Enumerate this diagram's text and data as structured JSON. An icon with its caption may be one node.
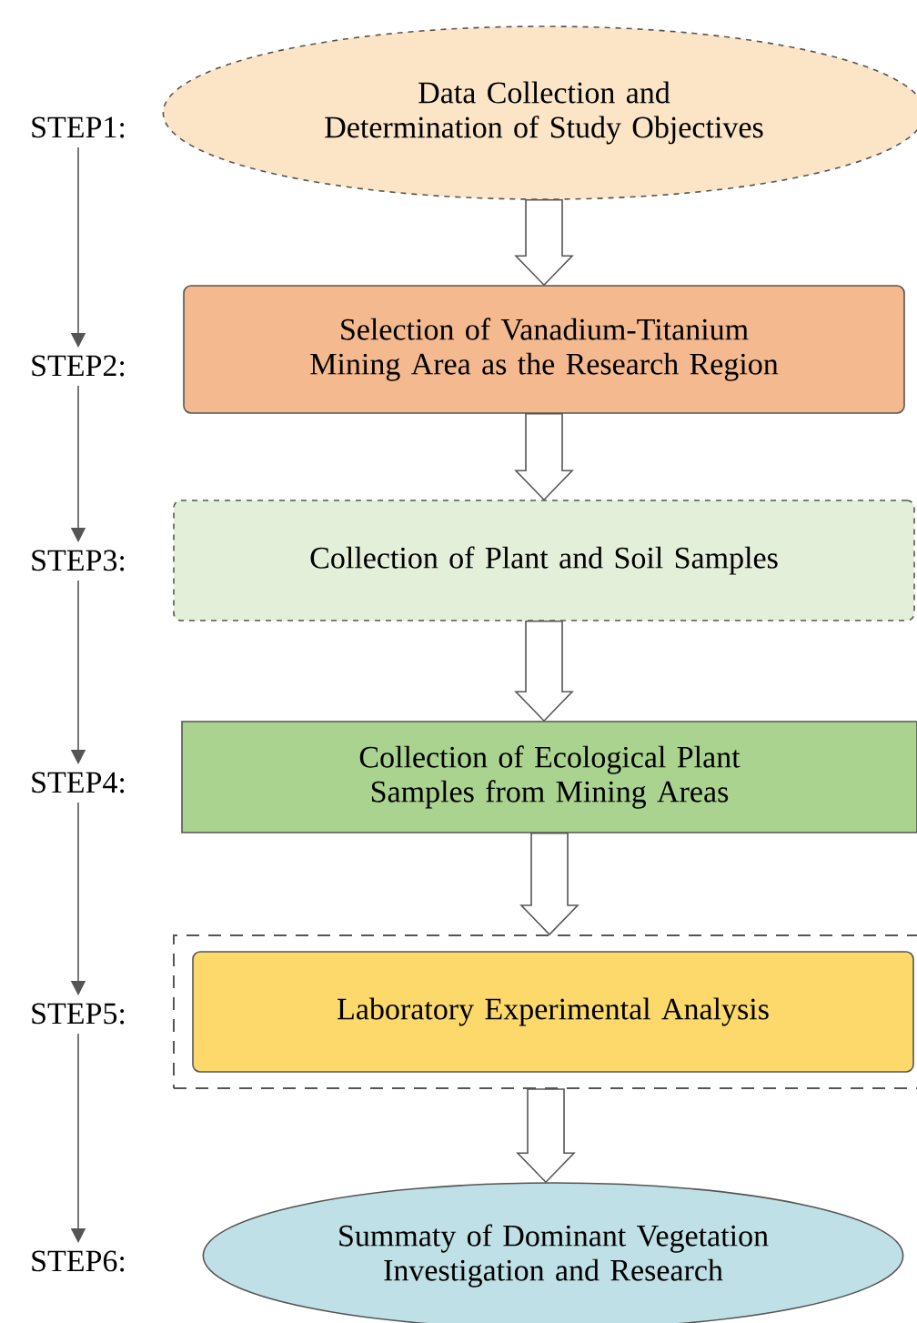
{
  "diagram": {
    "nodes": [
      {
        "text": [
          "STEP1:"
        ]
      },
      {
        "text": [
          "Data Collection and Determination of Study Objectives"
        ]
      },
      {
        "text": [
          "STEP2:"
        ]
      },
      {
        "text": [
          "Selection of Vanadium-Titanium Mining Area as the Research Region"
        ]
      },
      {
        "text": [
          "STEP3:"
        ]
      },
      {
        "text": [
          "Collection of Plant and Soil Samples"
        ]
      },
      {
        "text": [
          "STEP4:"
        ]
      },
      {
        "text": [
          "Collection of Ecological Plant Samples from Mining Areas"
        ]
      },
      {
        "text": [
          "STEP5:"
        ]
      },
      {
        "text": [],
        "shape": "box"
      },
      {
        "text": [
          "Laboratory Experimental Analysis"
        ],
        "in": 9
      },
      {
        "text": [
          "STEP6:"
        ]
      },
      {
        "text": [
          "Summaty of Dominant Vegetation Investigation and Research"
        ]
      }
    ],
    "edges": [
      {
        "from": 0,
        "to": 2,
        "arrow": "to"
      },
      {
        "from": 2,
        "to": 4,
        "arrow": "to"
      },
      {
        "from": 4,
        "to": 6,
        "arrow": "to"
      },
      {
        "from": 6,
        "to": 8,
        "arrow": "to"
      },
      {
        "from": 8,
        "to": 11,
        "arrow": "to"
      },
      {
        "from": 1,
        "to": 3,
        "arrow": "to",
        "style": "thick"
      },
      {
        "from": 3,
        "to": 5,
        "arrow": "to",
        "style": "thick"
      },
      {
        "from": 5,
        "to": 7,
        "arrow": "to",
        "style": "thick"
      },
      {
        "from": 7,
        "to": 9,
        "arrow": "to",
        "style": "thick"
      },
      {
        "from": 9,
        "to": 12,
        "arrow": "to",
        "style": "thick"
      }
    ]
  }
}
